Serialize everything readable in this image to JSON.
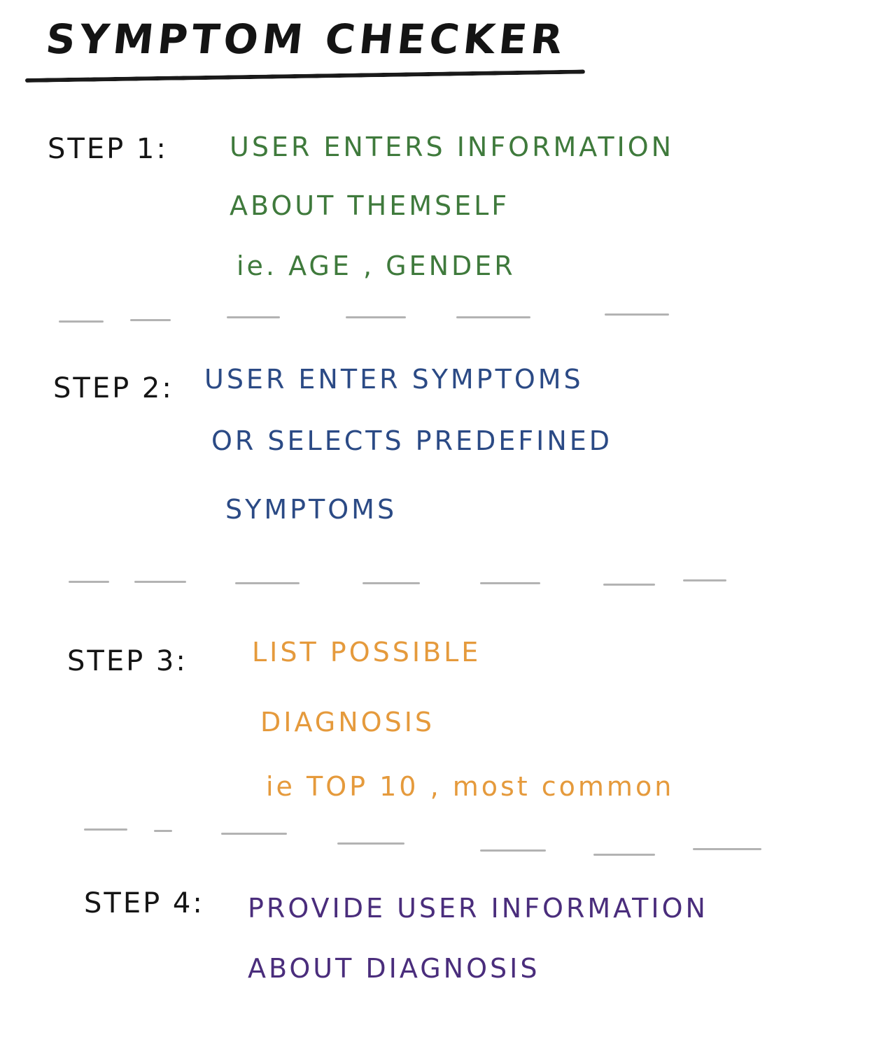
{
  "title": "SYMPTOM CHECKER",
  "steps": [
    {
      "label": "STEP 1:",
      "color": "#3f7a3c",
      "lines": [
        "USER ENTERS INFORMATION",
        "ABOUT THEMSELF",
        "ie. AGE , GENDER"
      ]
    },
    {
      "label": "STEP 2:",
      "color": "#2b4a85",
      "lines": [
        "USER ENTER SYMPTOMS",
        "OR SELECTS PREDEFINED",
        "SYMPTOMS"
      ]
    },
    {
      "label": "STEP 3:",
      "color": "#e59a3c",
      "lines": [
        "LIST POSSIBLE",
        "DIAGNOSIS",
        "ie TOP 10 , most common"
      ]
    },
    {
      "label": "STEP 4:",
      "color": "#4a2d7c",
      "lines": [
        "PROVIDE USER INFORMATION",
        "ABOUT DIAGNOSIS"
      ]
    }
  ]
}
